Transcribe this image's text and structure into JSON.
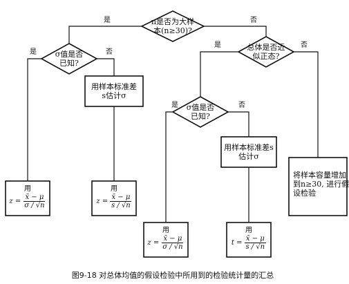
{
  "nodes": {
    "root": {
      "line1": "n是否为大样",
      "line2": "本(n≥30)?"
    },
    "sigma_known_left": {
      "line1": "σ值是否",
      "line2": "已知?"
    },
    "est_sigma_left": {
      "line1": "用样本标准差",
      "line2": "s估计σ"
    },
    "normal_check": {
      "line1": "总体是否近",
      "line2": "似正态?"
    },
    "sigma_known_right": {
      "line1": "σ值是否",
      "line2": "已知?"
    },
    "est_sigma_right": {
      "line1": "用样本标准差s",
      "line2": "估计σ"
    },
    "increase_n": {
      "line1": "将样本容量增加",
      "line2": "到n≥30, 进行假",
      "line3": "设检验"
    }
  },
  "edges": {
    "root_yes": "是",
    "root_no": "否",
    "left_yes": "是",
    "left_no": "否",
    "normal_yes": "是",
    "normal_no": "否",
    "right_yes": "是",
    "right_no": "否"
  },
  "formulas": {
    "f1": {
      "use": "用",
      "lhs": "z =",
      "num": "x̄ − μ",
      "den": "σ / √n"
    },
    "f2": {
      "use": "用",
      "lhs": "z =",
      "num": "x̄ − μ",
      "den": "s / √n"
    },
    "f3": {
      "use": "用",
      "lhs": "z =",
      "num": "x̄ − μ",
      "den": "σ / √n"
    },
    "f4": {
      "use": "用",
      "lhs": "t =",
      "num": "x̄ − μ",
      "den": "s / √n"
    }
  },
  "caption": "图9-18   对总体均值的假设检验中所用到的检验统计量的汇总"
}
